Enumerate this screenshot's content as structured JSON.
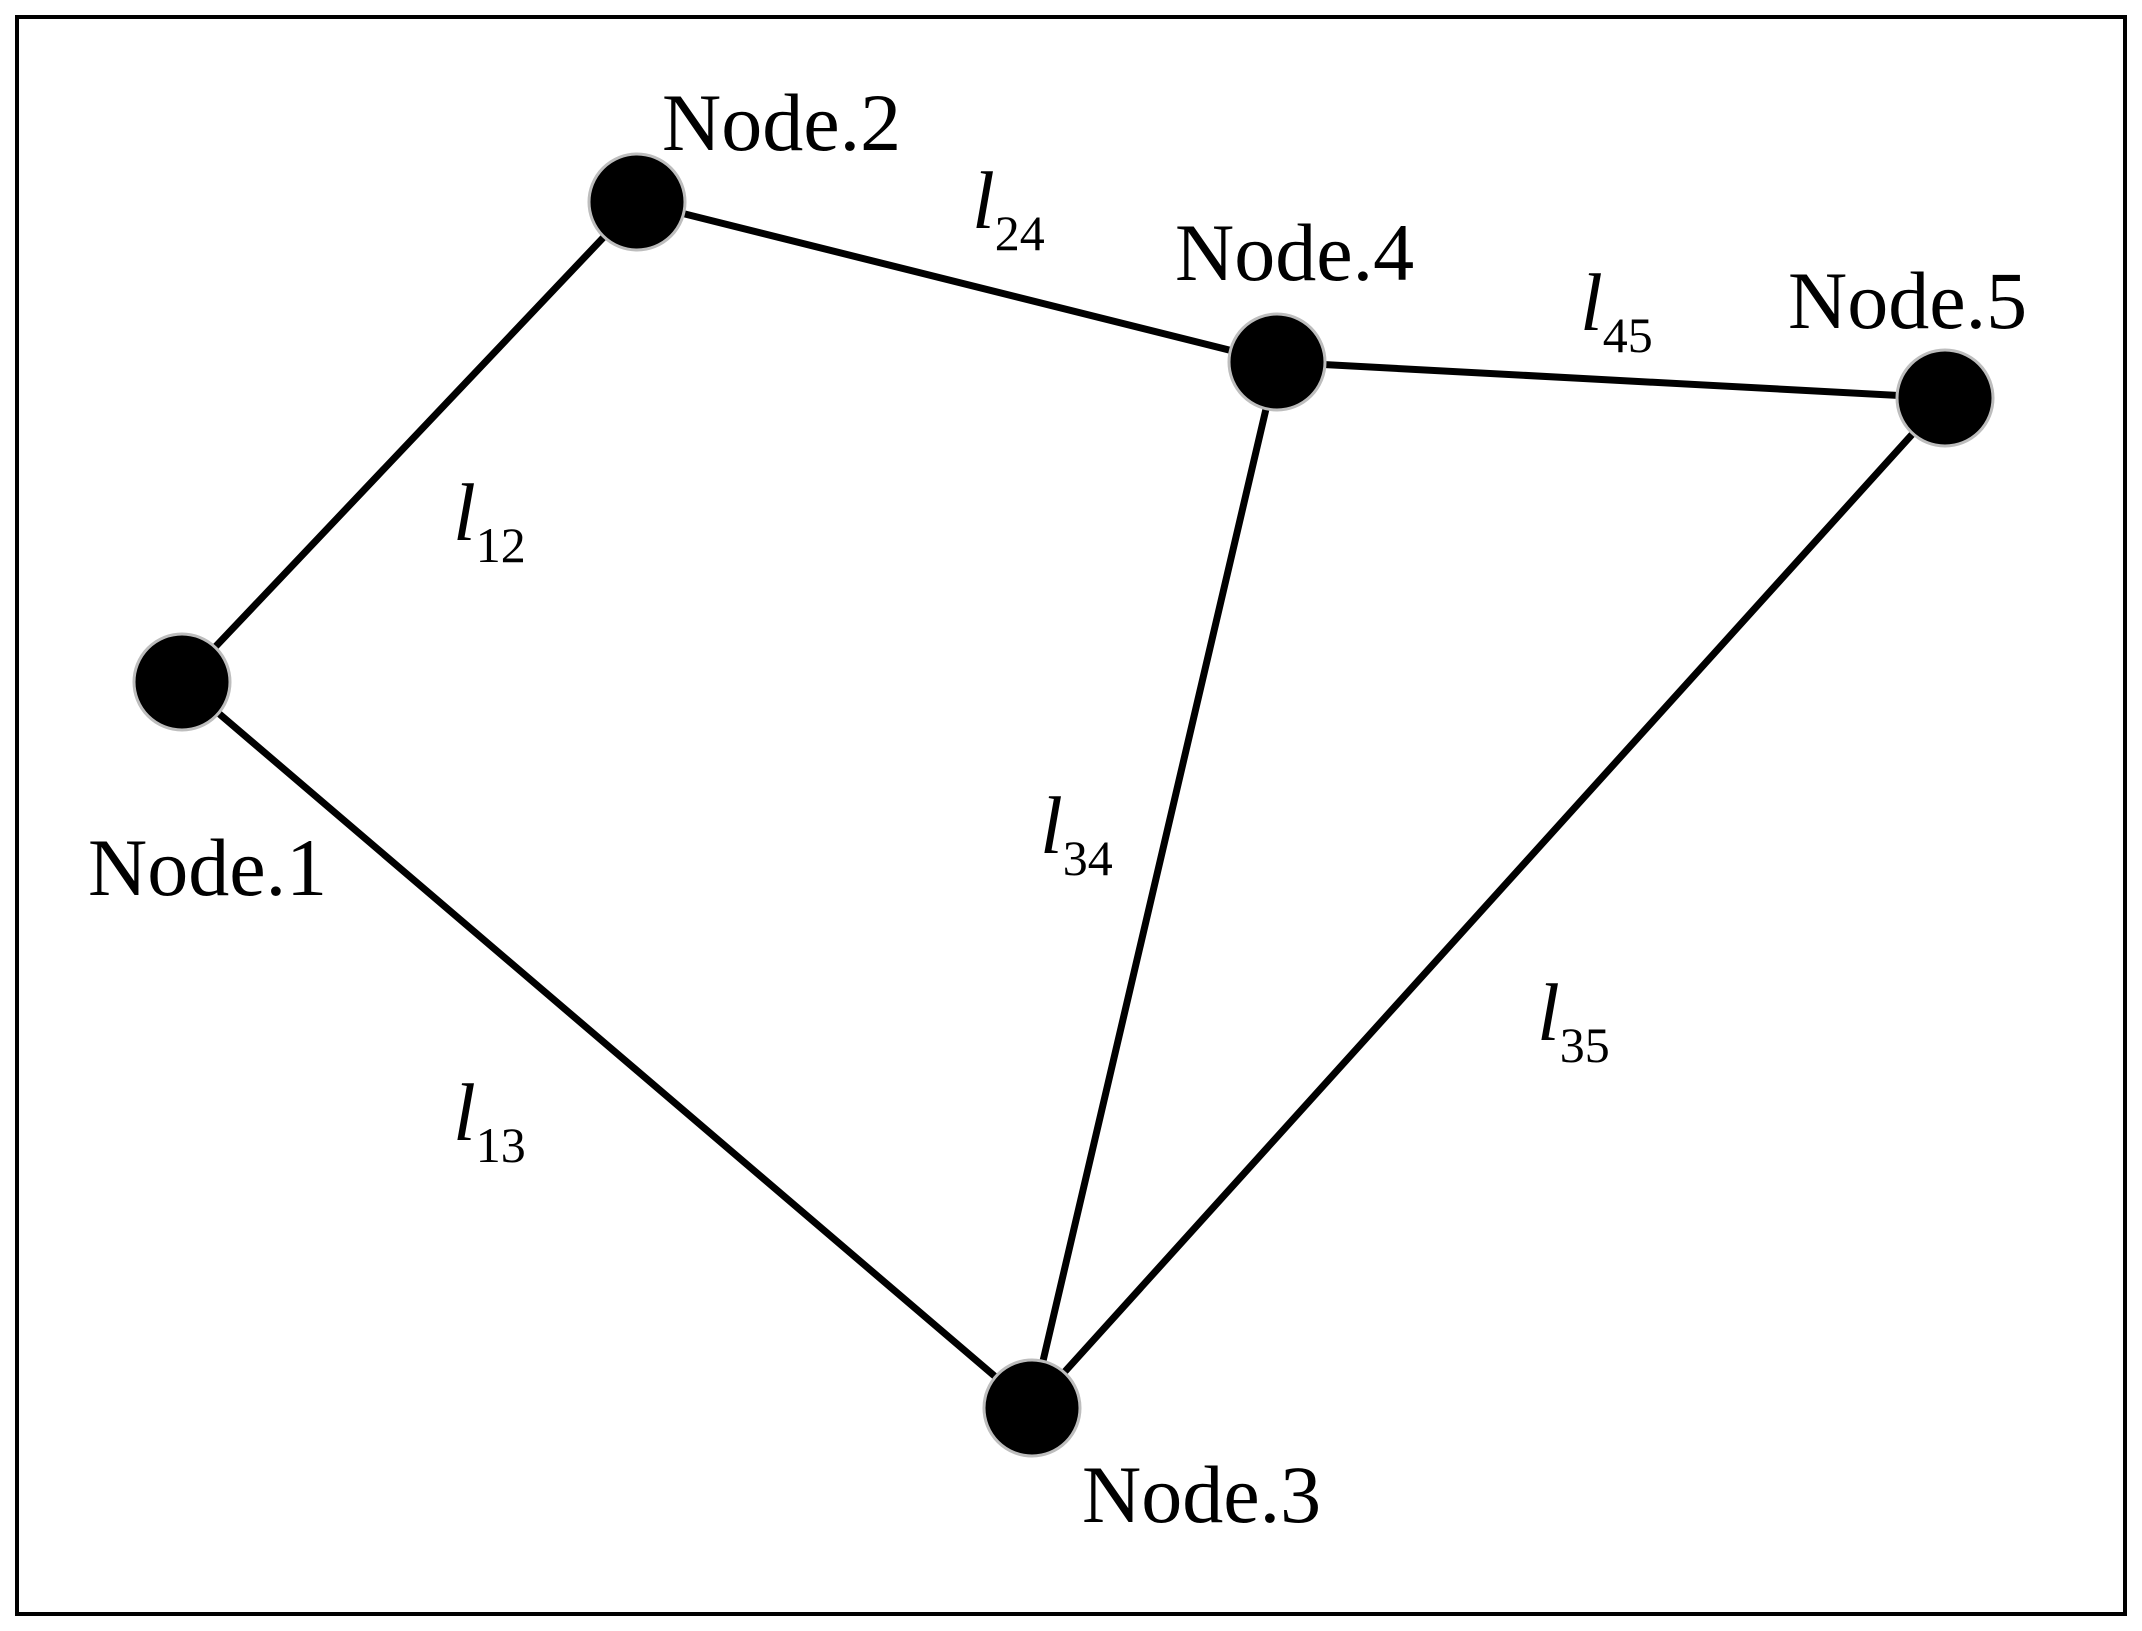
{
  "diagram": {
    "nodes": [
      {
        "id": "1",
        "label": "Node.1"
      },
      {
        "id": "2",
        "label": "Node.2"
      },
      {
        "id": "3",
        "label": "Node.3"
      },
      {
        "id": "4",
        "label": "Node.4"
      },
      {
        "id": "5",
        "label": "Node.5"
      }
    ],
    "links": [
      {
        "from": "1",
        "to": "2",
        "symbol": "l",
        "subscript": "12"
      },
      {
        "from": "1",
        "to": "3",
        "symbol": "l",
        "subscript": "13"
      },
      {
        "from": "2",
        "to": "4",
        "symbol": "l",
        "subscript": "24"
      },
      {
        "from": "4",
        "to": "3",
        "symbol": "l",
        "subscript": "34"
      },
      {
        "from": "4",
        "to": "5",
        "symbol": "l",
        "subscript": "45"
      },
      {
        "from": "5",
        "to": "3",
        "symbol": "l",
        "subscript": "35"
      }
    ]
  },
  "colors": {
    "stroke": "#000000",
    "node_fill": "#000000",
    "background": "#ffffff"
  }
}
